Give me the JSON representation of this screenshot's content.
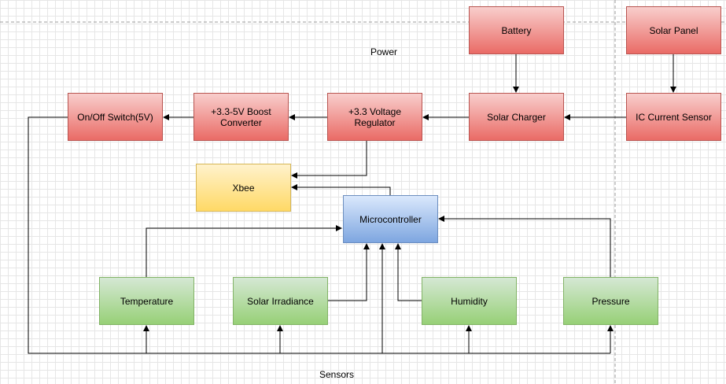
{
  "diagram": {
    "labels": {
      "power": "Power",
      "sensors": "Sensors"
    },
    "nodes": {
      "battery": "Battery",
      "solar_panel": "Solar Panel",
      "switch": "On/Off Switch(5V)",
      "boost": "+3.3-5V Boost Converter",
      "regulator": "+3.3 Voltage Regulator",
      "charger": "Solar Charger",
      "current_sensor": "IC Current Sensor",
      "xbee": "Xbee",
      "mcu": "Microcontroller",
      "temperature": "Temperature",
      "irradiance": "Solar Irradiance",
      "humidity": "Humidity",
      "pressure": "Pressure"
    },
    "colors": {
      "power_blocks": "#ea6b66",
      "comms_block": "#ffd966",
      "controller_block": "#7ea6e0",
      "sensor_blocks": "#97d077"
    }
  }
}
